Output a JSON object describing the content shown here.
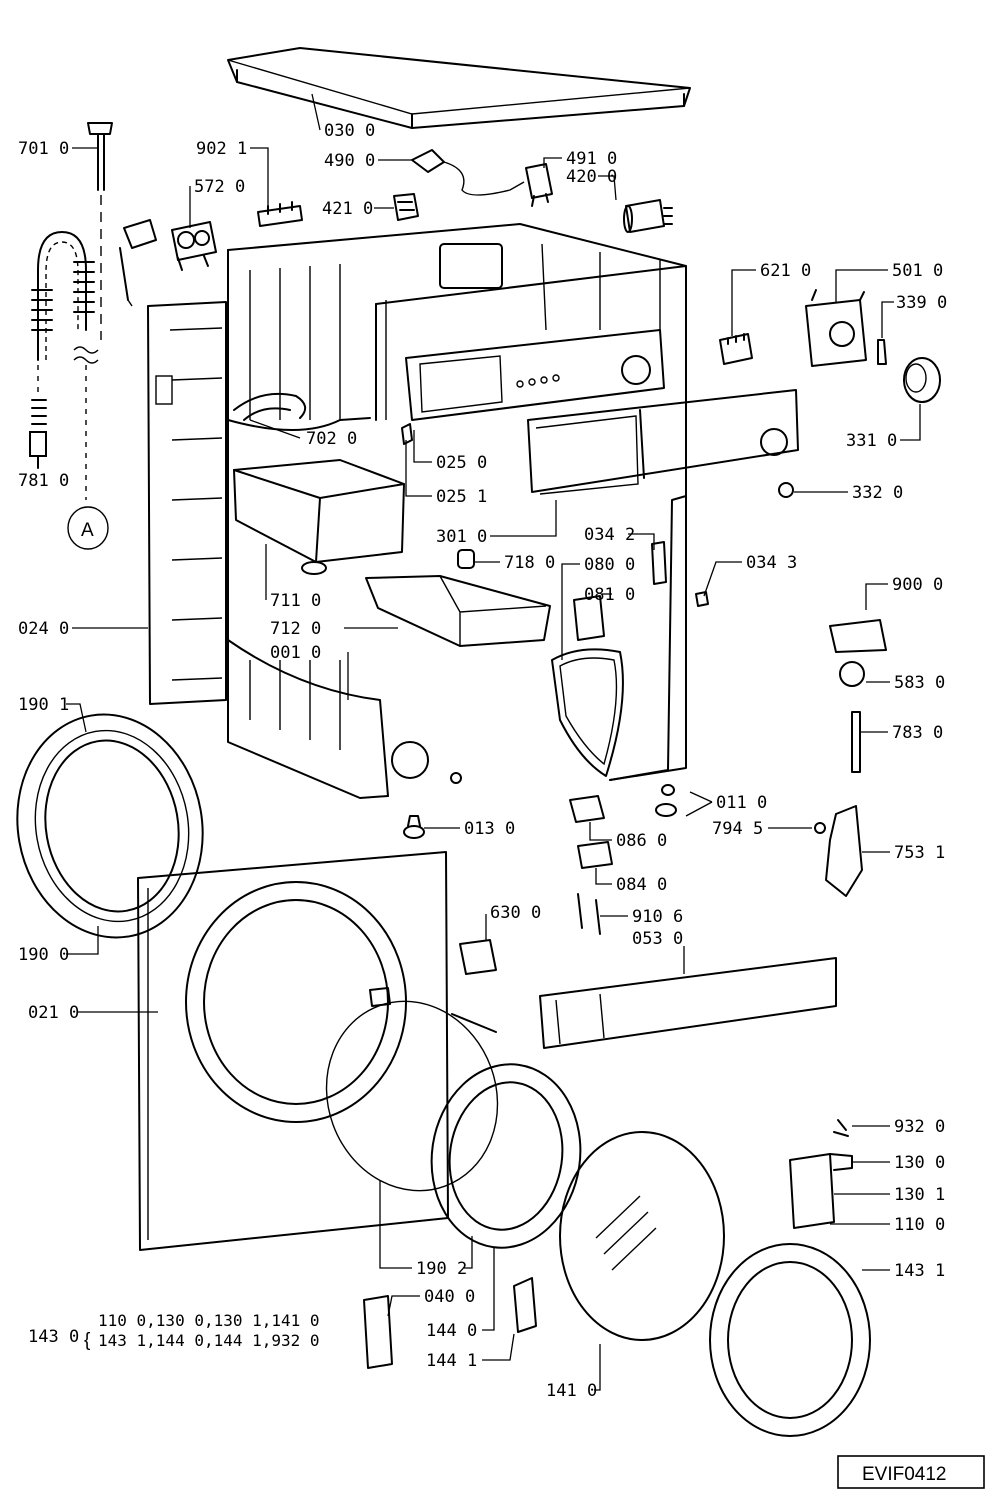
{
  "labels": {
    "p0300": "030 0",
    "p7010": "701 0",
    "p9021": "902 1",
    "p4900": "490 0",
    "p4910": "491 0",
    "p4200": "420 0",
    "p5720": "572 0",
    "p4210": "421 0",
    "p6210": "621 0",
    "p5010": "501 0",
    "p3390": "339 0",
    "p7020": "702 0",
    "p0250": "025 0",
    "p0251": "025 1",
    "p3310": "331 0",
    "p3320": "332 0",
    "p7810": "781 0",
    "p3010": "301 0",
    "p0342": "034 2",
    "p7180": "718 0",
    "p0800": "080 0",
    "p0343": "034 3",
    "p0810": "081 0",
    "p7110": "711 0",
    "p9000": "900 0",
    "p0240": "024 0",
    "p7120": "712 0",
    "p0010": "001 0",
    "p5830": "583 0",
    "p1901": "190 1",
    "p7830": "783 0",
    "p0110": "011 0",
    "p0130": "013 0",
    "p7945": "794 5",
    "p0860": "086 0",
    "p7531": "753 1",
    "p0840": "084 0",
    "p6300": "630 0",
    "p9106": "910 6",
    "p0530": "053 0",
    "p1900": "190 0",
    "p0210": "021 0",
    "p9320": "932 0",
    "p1300": "130 0",
    "p1301": "130 1",
    "p1100": "110 0",
    "p1902": "190 2",
    "p1431": "143 1",
    "p0400": "040 0",
    "p1430": "143 0",
    "p1440": "144 0",
    "p1441": "144 1",
    "p1410": "141 0"
  },
  "kit_143": {
    "line1": "110 0,130 0,130 1,141 0",
    "line2": "143 1,144 0,144 1,932 0"
  },
  "hose_marker": "A",
  "drawing_code": "EVIF0412"
}
